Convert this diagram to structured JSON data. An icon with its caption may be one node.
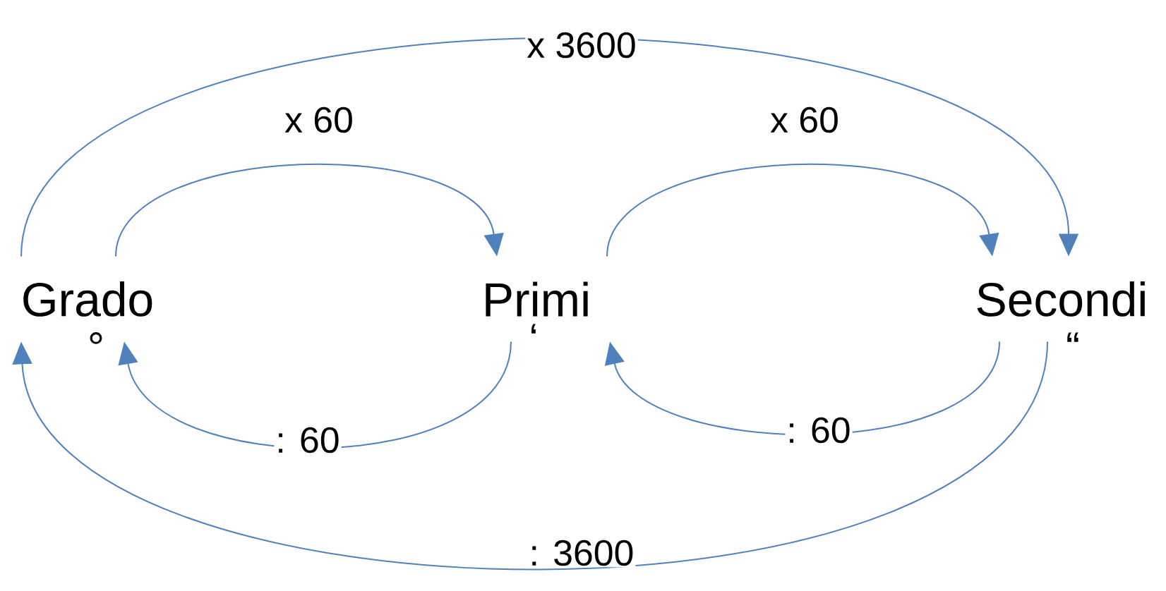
{
  "diagram": {
    "nodes": [
      {
        "text": [
          "Grado"
        ],
        "beside": [
          "°"
        ]
      },
      {
        "text": [
          "Primi"
        ],
        "beside": [
          "‘"
        ]
      },
      {
        "text": [
          "Secondi"
        ],
        "beside": [
          "“"
        ]
      }
    ],
    "edges": [
      {
        "from": 0,
        "to": 2,
        "arrow": "to",
        "label": "x 3600"
      },
      {
        "from": 0,
        "to": 1,
        "arrow": "to",
        "label": "x 60"
      },
      {
        "from": 1,
        "to": 2,
        "arrow": "to",
        "label": "x 60"
      },
      {
        "from": 1,
        "to": 0,
        "arrow": "to",
        "label": ": 60"
      },
      {
        "from": 2,
        "to": 1,
        "arrow": "to",
        "label": ": 60"
      },
      {
        "from": 2,
        "to": 0,
        "arrow": "to",
        "label": ": 3600"
      }
    ]
  }
}
